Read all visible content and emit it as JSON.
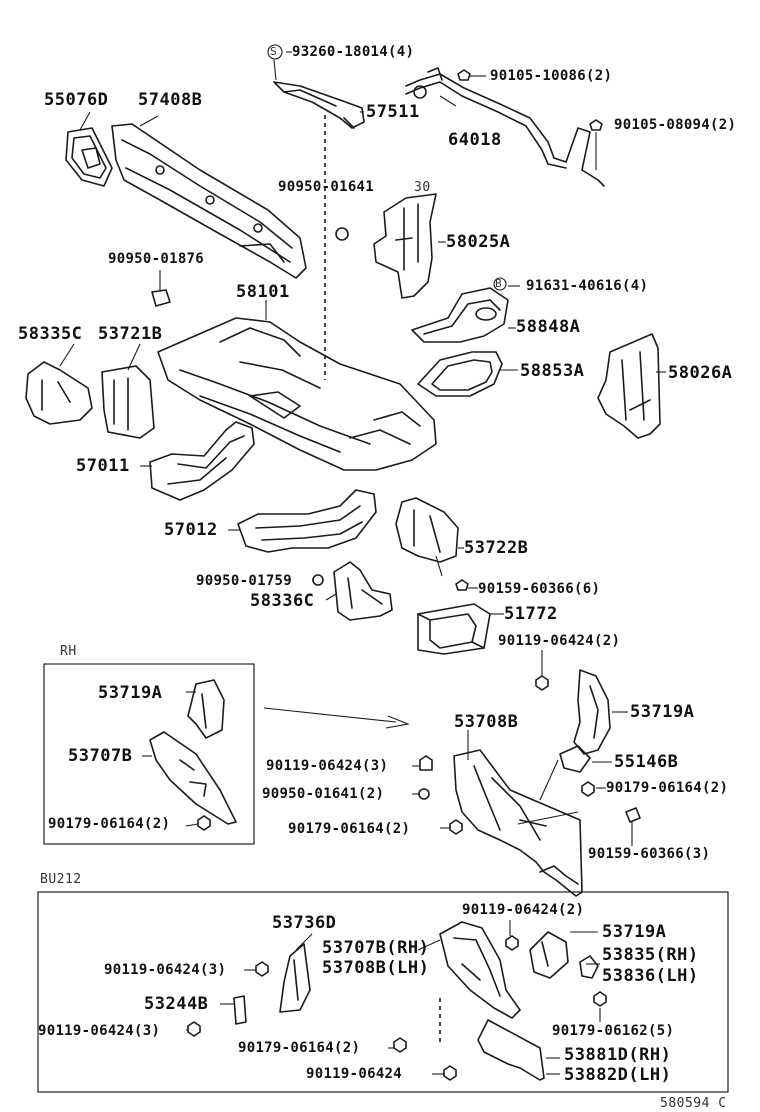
{
  "labels": {
    "p93260": "93260-18014(4)",
    "p90105a": "90105-10086(2)",
    "p55076D": "55076D",
    "p57408B": "57408B",
    "p57511": "57511",
    "p64018": "64018",
    "p90105b": "90105-08094(2)",
    "p90950a": "90950-01641",
    "p30": "30",
    "p58025A": "58025A",
    "p90950b": "90950-01876",
    "p58101": "58101",
    "p91631": "91631-40616(4)",
    "p58848A": "58848A",
    "p58335C": "58335C",
    "p53721B": "53721B",
    "p58853A": "58853A",
    "p58026A": "58026A",
    "p57011": "57011",
    "p57012": "57012",
    "p53722B": "53722B",
    "p90950c": "90950-01759",
    "p90159a": "90159-60366(6)",
    "p58336C": "58336C",
    "p51772": "51772",
    "p90119a": "90119-06424(2)",
    "p53719A_1": "53719A",
    "p53719A_2": "53719A",
    "p53708B_1": "53708B",
    "p53707B_1": "53707B",
    "p55146B": "55146B",
    "p90119b": "90119-06424(3)",
    "p90179a": "90179-06164(2)",
    "p90950d": "90950-01641(2)",
    "p90179b": "90179-06164(2)",
    "p90179c": "90179-06164(2)",
    "p90159b": "90159-60366(3)",
    "p53736D": "53736D",
    "p90119c": "90119-06424(2)",
    "p53719A_3": "53719A",
    "p53707B_rh": "53707B(RH)",
    "p53708B_lh": "53708B(LH)",
    "p53835": "53835(RH)",
    "p53836": "53836(LH)",
    "p90119d": "90119-06424(3)",
    "p53244B": "53244B",
    "p90119e": "90119-06424(3)",
    "p90179d": "90179-06162(5)",
    "p90179e": "90179-06164(2)",
    "p53881D": "53881D(RH)",
    "p90119f": "90119-06424",
    "p53882D": "53882D(LH)",
    "footer": "580594 C"
  },
  "groups": {
    "rh_title": "RH",
    "bu_title": "BU212"
  },
  "markers": {
    "s": "S",
    "b": "B"
  },
  "colors": {
    "ink": "#1b1b1b",
    "paper": "#ffffff"
  }
}
